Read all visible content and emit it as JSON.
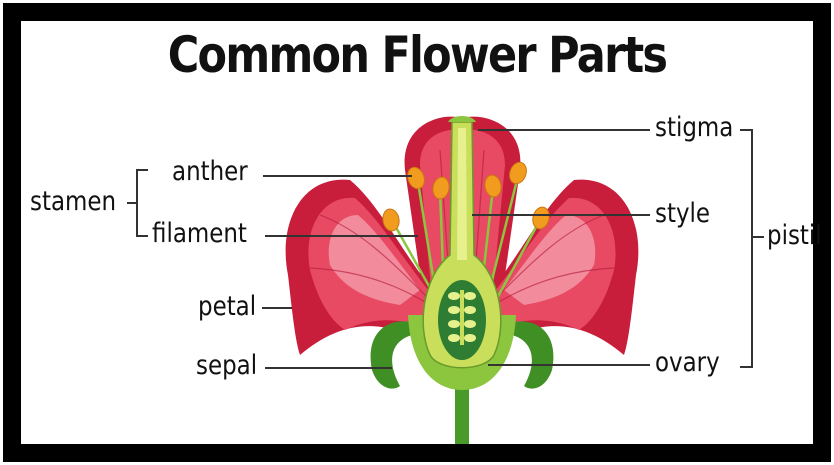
{
  "title": "Common Flower Parts",
  "labels": {
    "anther": "anther",
    "filament": "filament",
    "stamen": "stamen",
    "petal": "petal",
    "sepal": "sepal",
    "stigma": "stigma",
    "style": "style",
    "pistil": "pistil",
    "ovary": "ovary"
  },
  "colors": {
    "petal_dark": "#c81e3c",
    "petal_mid": "#e84a64",
    "petal_light": "#f7a6b2",
    "sepal": "#3f8f25",
    "stem": "#4a9a2a",
    "pistil": "#c9de5a",
    "ovary_inner": "#2e7d32",
    "anther": "#f29c1f"
  }
}
